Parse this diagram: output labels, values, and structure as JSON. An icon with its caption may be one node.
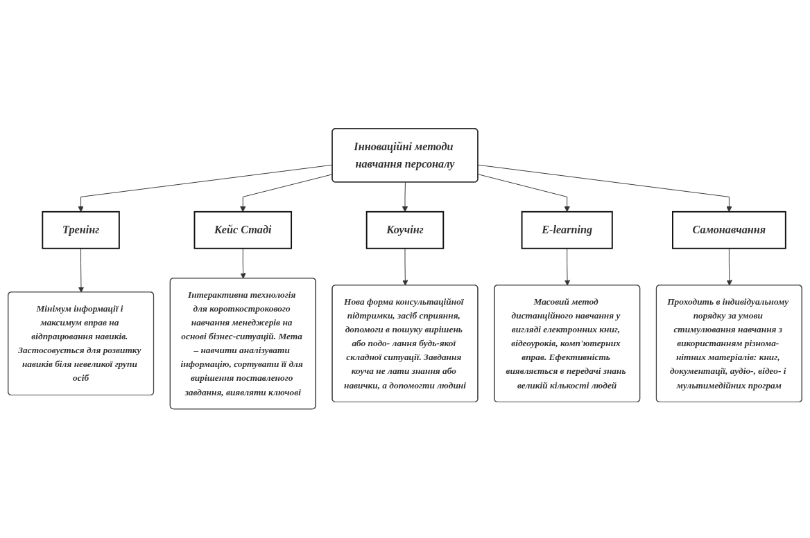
{
  "diagram": {
    "nodes": [
      {
        "text": [
          "Інноваційні методи навчання персоналу"
        ]
      },
      {
        "text": [
          "Тренінг"
        ]
      },
      {
        "text": [
          "Кейс Стаді"
        ]
      },
      {
        "text": [
          "Коучінг"
        ]
      },
      {
        "text": [
          "E-learning"
        ]
      },
      {
        "text": [
          "Самонавчання"
        ]
      },
      {
        "text": [
          "Мінімум інформації і максимум вправ на відпрацювання навиків. Застосовується для розвитку навиків біля невеликої групи осіб"
        ]
      },
      {
        "text": [
          "Інтерактивна технологія для короткострокового навчання менеджерів на основі бізнес-ситуацій. Мета – навчити аналізувати інформацію, сортувати її для вирішення поставленого завдання, виявляти ключові"
        ]
      },
      {
        "text": [
          "Нова форма консультаційної підтримки, засіб сприяння, допомоги в пошуку вирішень або подо- лання будь-якої складної ситуації. Завдання коуча не лати знання або навички, а допомогти людині"
        ]
      },
      {
        "text": [
          "Масовий метод дистанційного навчання у вигляді електронних книг, відеоуроків, комп'ютерних вправ. Ефективність виявляється в передачі знань великій кількості людей"
        ]
      },
      {
        "text": [
          "Проходить в індивідуальному порядку за умови стимулювання навчання з використанням різнома- нітних матеріалів: книг, документації, аудіо-, відео- і мультимедійних програм"
        ]
      }
    ],
    "edges": [
      {
        "from": 0,
        "to": 1,
        "arrow": "to"
      },
      {
        "from": 0,
        "to": 2,
        "arrow": "to"
      },
      {
        "from": 0,
        "to": 3,
        "arrow": "to"
      },
      {
        "from": 0,
        "to": 4,
        "arrow": "to"
      },
      {
        "from": 0,
        "to": 5,
        "arrow": "to"
      },
      {
        "from": 1,
        "to": 6,
        "arrow": "to"
      },
      {
        "from": 2,
        "to": 7,
        "arrow": "to"
      },
      {
        "from": 3,
        "to": 8,
        "arrow": "to"
      },
      {
        "from": 4,
        "to": 9,
        "arrow": "to"
      },
      {
        "from": 5,
        "to": 10,
        "arrow": "to"
      }
    ]
  }
}
